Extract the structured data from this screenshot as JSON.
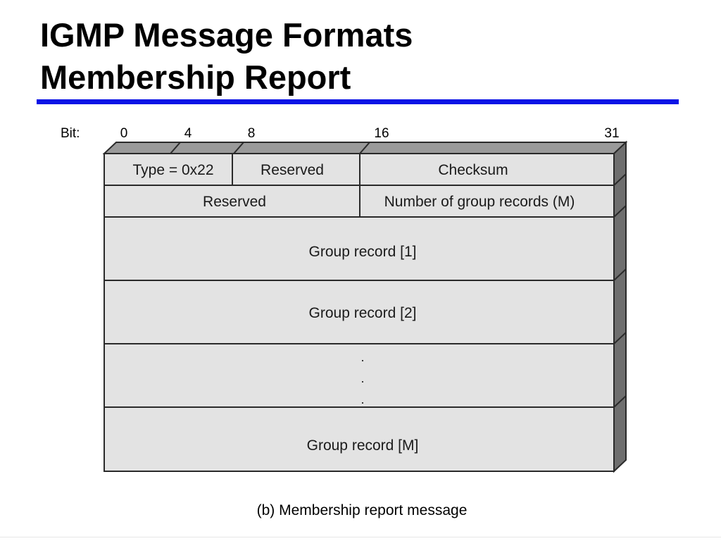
{
  "title": {
    "line1": "IGMP Message Formats",
    "line2": "Membership Report"
  },
  "accent_color": "#0a14e6",
  "bit_ruler": {
    "prefix": "Bit:",
    "ticks": [
      "0",
      "4",
      "8",
      "16",
      "31"
    ]
  },
  "fields": {
    "row1": {
      "type": "Type = 0x22",
      "reserved": "Reserved",
      "checksum": "Checksum"
    },
    "row2": {
      "reserved": "Reserved",
      "num_records": "Number of group records (M)"
    },
    "records": {
      "first": "Group record [1]",
      "second": "Group record [2]",
      "ellipsis": [
        "·",
        "·",
        "·"
      ],
      "last": "Group record [M]"
    }
  },
  "caption": "(b) Membership report message"
}
